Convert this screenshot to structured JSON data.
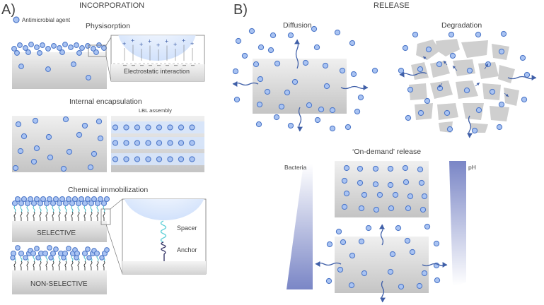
{
  "panels": {
    "a": {
      "letter": "A)",
      "heading": "INCORPORATION",
      "legend_label": "Antimicrobial agent",
      "physisorption": {
        "title": "Physisorption",
        "zoom_caption": "Electrostatic interaction"
      },
      "internal_encapsulation": {
        "title": "Internal encapsulation",
        "lbl_caption": "LBL assembly"
      },
      "chemical_immobilization": {
        "title": "Chemical immobilization",
        "selective_label": "SELECTIVE",
        "nonselective_label": "NON-SELECTIVE",
        "spacer_label": "Spacer",
        "anchor_label": "Anchor"
      }
    },
    "b": {
      "letter": "B)",
      "heading": "RELEASE",
      "diffusion_title": "Diffusion",
      "degradation_title": "Degradation",
      "ondemand_title": "‘On-demand’ release",
      "bacteria_label": "Bacteria",
      "ph_label": "pH"
    }
  },
  "colors": {
    "particle_fill": "#a9c3f2",
    "particle_stroke": "#4f79c9",
    "arrow": "#3f5fa8",
    "material_top": "#ececec",
    "material_bottom": "#c6c6c6",
    "lbl_band": "#d6e4fb",
    "wedge_dark": "#7f8bc9"
  }
}
